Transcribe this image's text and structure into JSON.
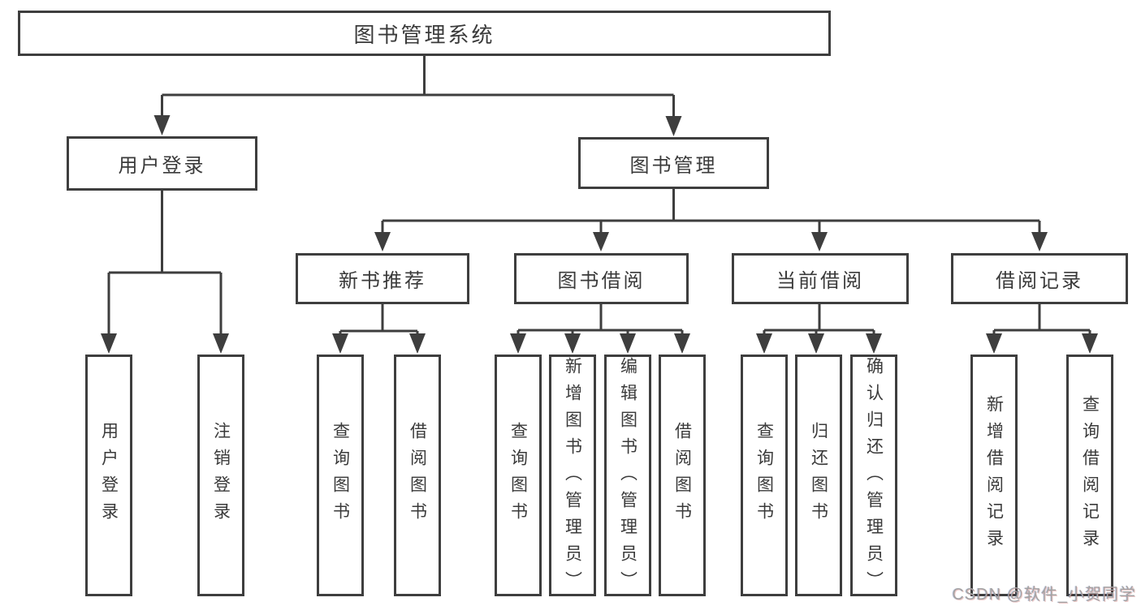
{
  "diagram": {
    "root": {
      "label": "图书管理系统",
      "children": [
        {
          "label": "用户登录",
          "children": [
            {
              "label": "用户登录"
            },
            {
              "label": "注销登录"
            }
          ]
        },
        {
          "label": "图书管理",
          "children": [
            {
              "label": "新书推荐",
              "children": [
                {
                  "label": "查询图书"
                },
                {
                  "label": "借阅图书"
                }
              ]
            },
            {
              "label": "图书借阅",
              "children": [
                {
                  "label": "查询图书"
                },
                {
                  "label": "新增图书（管理员）"
                },
                {
                  "label": "编辑图书（管理员）"
                },
                {
                  "label": "借阅图书"
                }
              ]
            },
            {
              "label": "当前借阅",
              "children": [
                {
                  "label": "查询图书"
                },
                {
                  "label": "归还图书"
                },
                {
                  "label": "确认归还（管理员）"
                }
              ]
            },
            {
              "label": "借阅记录",
              "children": [
                {
                  "label": "新增借阅记录"
                },
                {
                  "label": "查询借阅记录"
                }
              ]
            }
          ]
        }
      ]
    }
  },
  "watermark": {
    "text": "CSDN @软件_小贺同学"
  },
  "colors": {
    "line": "#3e3e3e",
    "box_border": "#3e3e3e",
    "text": "#3a3a3a",
    "watermark": "#a3a3a3",
    "background": "#ffffff"
  }
}
